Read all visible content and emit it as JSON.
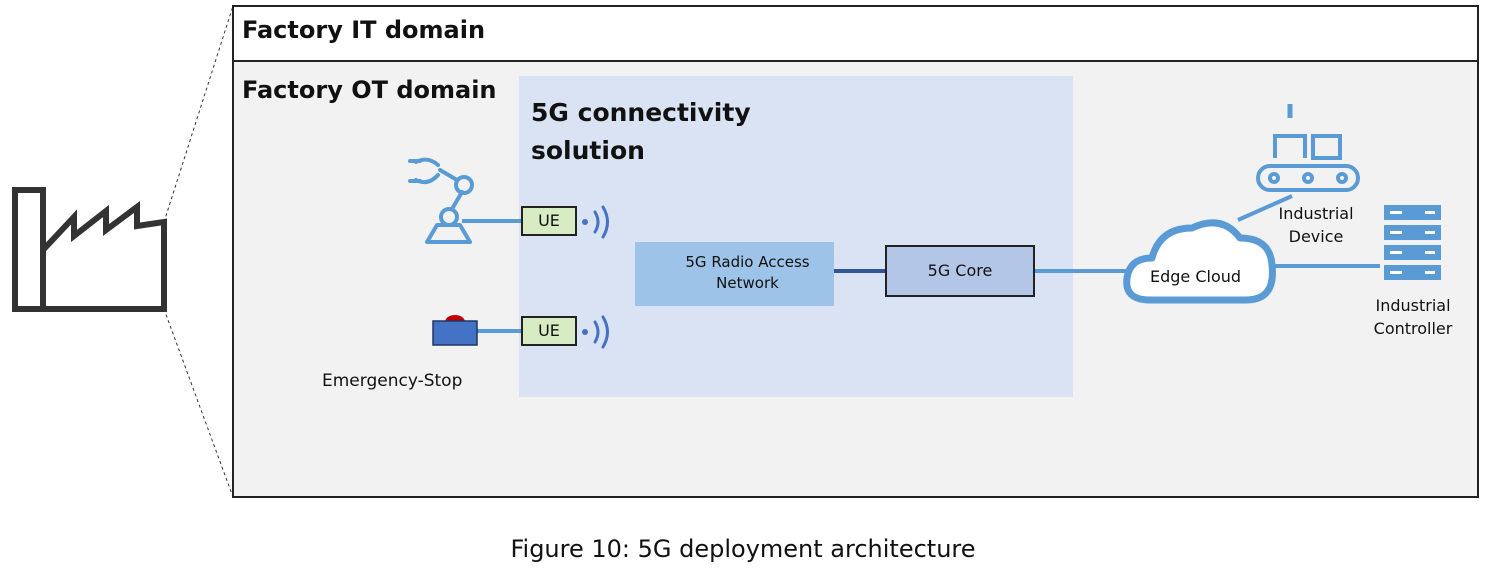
{
  "domains": {
    "it_label": "Factory IT domain",
    "ot_label": "Factory OT domain",
    "connectivity_line1": "5G connectivity",
    "connectivity_line2": "solution"
  },
  "nodes": {
    "ue_top": "UE",
    "ue_bottom": "UE",
    "ran_line1": "5G Radio Access",
    "ran_line2": "Network",
    "core": "5G Core",
    "edge_cloud": "Edge Cloud",
    "device_line1": "Industrial",
    "device_line2": "Device",
    "controller_line1": "Industrial",
    "controller_line2": "Controller",
    "emergency_stop": "Emergency-Stop"
  },
  "icons": [
    "factory-icon",
    "robot-arm-icon",
    "emergency-stop-icon",
    "wireless-signal-icon",
    "cloud-icon",
    "conveyor-device-icon",
    "server-rack-icon"
  ],
  "caption": "Figure 10: 5G deployment architecture",
  "colors": {
    "link_blue": "#5b9bd5",
    "link_dark": "#2f5597",
    "ue_fill": "#d8ecc4",
    "ran_fill": "#9ec3e8",
    "core_fill": "#b4c6e7",
    "ot_fill": "#f2f2f2",
    "connectivity_fill": "#dae3f3",
    "estop_button": "#c00000"
  }
}
